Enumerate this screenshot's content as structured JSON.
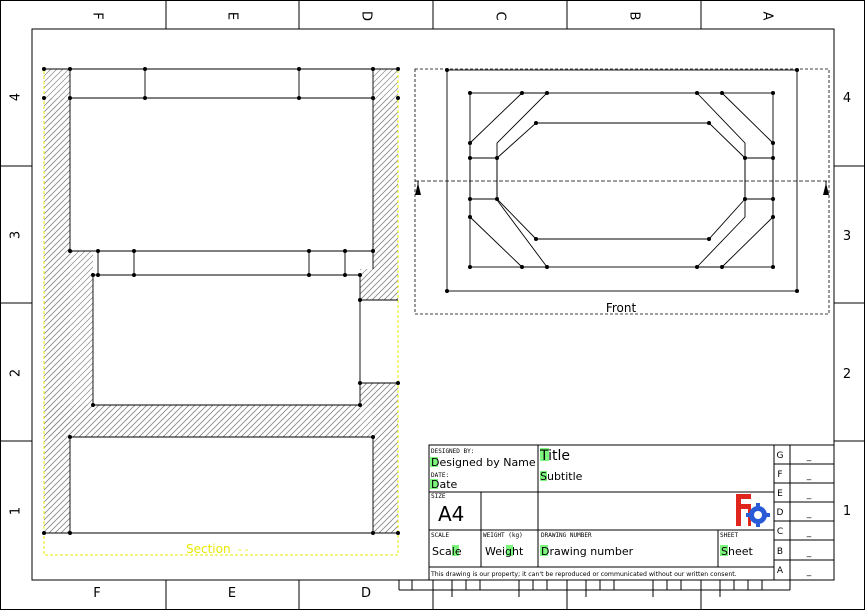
{
  "frame": {
    "columns_top": [
      "F",
      "E",
      "D",
      "C",
      "B",
      "A"
    ],
    "columns_bottom": [
      "F",
      "E",
      "D"
    ],
    "rows_left": [
      "4",
      "3",
      "2",
      "1"
    ],
    "rows_right": [
      "4",
      "3",
      "2",
      "1"
    ]
  },
  "views": {
    "section_label": "Section",
    "section_suffix": "- -",
    "front_label": "Front"
  },
  "title_block": {
    "designed_by_label": "DESIGNED BY:",
    "designed_by_value": "Designed by Name",
    "date_label": "DATE:",
    "date_value": "Date",
    "size_label": "SIZE",
    "size_value": "A4",
    "title": "Title",
    "subtitle": "Subtitle",
    "scale_label": "SCALE",
    "scale_value": "Scale",
    "weight_label": "WEIGHT (kg)",
    "weight_value": "Weight",
    "drawing_number_label": "DRAWING NUMBER",
    "drawing_number_value": "Drawing number",
    "sheet_label": "SHEET",
    "sheet_value": "Sheet",
    "disclaimer": "This drawing is our property; it can't be reproduced or communicated without our written consent.",
    "revision_letters": [
      "G",
      "F",
      "E",
      "D",
      "C",
      "B",
      "A"
    ],
    "revision_marks": [
      "_",
      "_",
      "_",
      "_",
      "_",
      "_",
      "_"
    ],
    "highlight_color": "#7cf57c",
    "logo_icon": "freecad-logo-icon",
    "accent_red": "#e0261c",
    "accent_blue": "#2a5bd7"
  }
}
